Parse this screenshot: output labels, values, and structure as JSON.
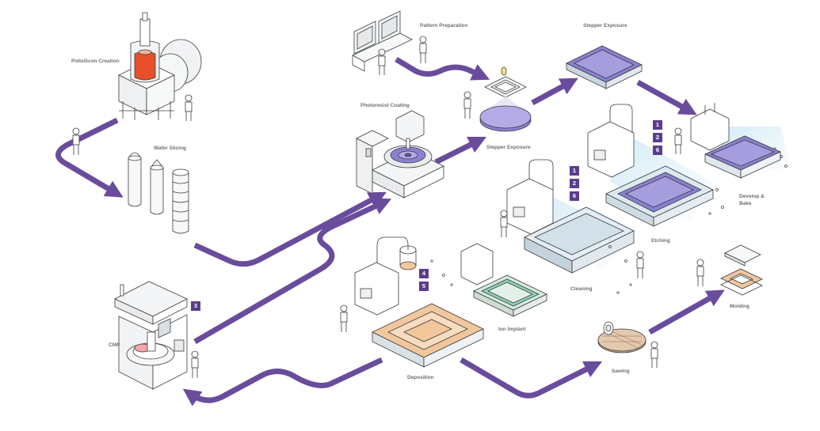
{
  "colors": {
    "flow_arrow": "#6a4c9c",
    "badge_bg": "#5b3d8c",
    "label_text": "#6b6f73",
    "line_art": "#3a3d40",
    "copper": "#f2c79c",
    "green": "#8fd3b3",
    "resist_purple": "#8b7fd1",
    "melt_orange": "#e8502a",
    "light_blue": "#d5eaf5"
  },
  "labels": {
    "polysilicon_creation": "Polisilicon Creation",
    "wafer_slicing": "Wafer Slicing",
    "pattern_preparation": "Pattern Preparation",
    "stepper_exposure_top": "Stepper Exposure",
    "photoresist_coating": "Photoresist Coating",
    "stepper_exposure_mid": "Stepper Exposure",
    "develop_bake_line1": "Develop &",
    "develop_bake_line2": "Bake",
    "etching": "Etching",
    "cleaning": "Cleaning",
    "ion_implant": "Ion Implant",
    "cmp": "CMP",
    "deposition": "Deposition",
    "sawing": "Sawing",
    "molding": "Molding"
  },
  "badges": {
    "develop": [
      "1",
      "2",
      "6"
    ],
    "etching": [
      "1",
      "2",
      "6"
    ],
    "deposition": [
      "4",
      "5"
    ],
    "cmp": [
      "3"
    ]
  },
  "icons": [
    "crystal-furnace-icon",
    "silicon-ingot-icon",
    "workstation-icon",
    "technician-icon",
    "reticle-icon",
    "spin-coater-icon",
    "tank-icon",
    "wafer-icon",
    "dicing-saw-icon",
    "chip-package-icon"
  ]
}
